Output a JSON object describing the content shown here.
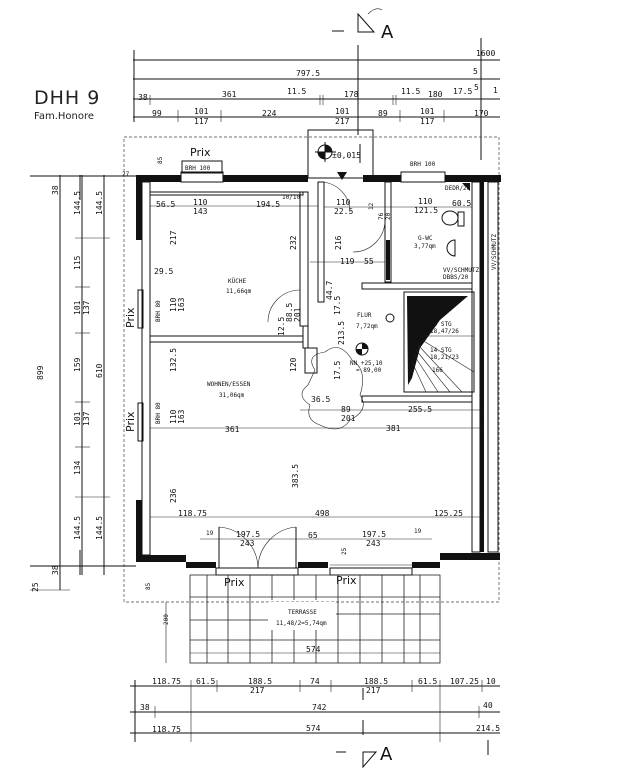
{
  "header": {
    "title": "DHH 9",
    "subtitle": "Fam.Honore"
  },
  "section_marker": {
    "top_label": "A",
    "bottom_label": "A"
  },
  "level": {
    "entrance": "±0,015",
    "hall_nn_1": "NN +25,10",
    "hall_nn_2": "= 89,00"
  },
  "rooms": [
    {
      "name": "KÜCHE",
      "area": "11,66qm"
    },
    {
      "name": "G-WC",
      "area": "3,77qm"
    },
    {
      "name": "FLUR",
      "area": "7,72qm"
    },
    {
      "name": "WOHNEN/ESSEN",
      "area": "31,06qm"
    },
    {
      "name": "TERRASSE",
      "area": "11,48/2=5,74qm"
    }
  ],
  "stairs": {
    "upper": "15 STG",
    "upper_ratio": "18,47/26",
    "lower": "14 STG",
    "lower_ratio": "18,21/23",
    "width": "166"
  },
  "window_labels": {
    "top_left": "Prix",
    "brh_top_left": "BRH 100",
    "brh_top_right": "BRH 100",
    "left_upper": "Prix",
    "left_lower": "Prix",
    "brh_left_upper": "BRH 80",
    "brh_left_lower": "BRH 80",
    "bottom_left": "Prix",
    "bottom_right": "Prix",
    "wc_small": "DEDR/20",
    "vv_schmutz": "VV/SCHMUTZ",
    "vv_schmutz_2": "VV/SCHMUTZ",
    "vv_dim": "DBBS/20"
  },
  "dims_top": {
    "row1": [
      "1600"
    ],
    "row2": [
      "797.5",
      "5"
    ],
    "row3": [
      "38",
      "361",
      "11.5",
      "178",
      "11.5",
      "180",
      "17.5",
      "5",
      "1"
    ],
    "row4": [
      "99",
      "101",
      "117",
      "224",
      "101",
      "217",
      "89",
      "101",
      "117",
      "170"
    ]
  },
  "dims_left": {
    "outer": [
      "25",
      "899"
    ],
    "col2": [
      "38",
      "38"
    ],
    "col3": [
      "144.5",
      "115",
      "101",
      "137",
      "159",
      "101",
      "137",
      "134",
      "144.5"
    ],
    "col4": [
      "144.5",
      "610",
      "144.5"
    ],
    "misc": [
      "27",
      "85",
      "85",
      "200"
    ]
  },
  "dims_interior": {
    "kitchen_top": [
      "56.5",
      "110",
      "143",
      "194.5",
      "10/10"
    ],
    "kitchen_side": [
      "217",
      "232",
      "29.5",
      "110",
      "163",
      "12.5",
      "88.5",
      "201"
    ],
    "hall": [
      "110",
      "22.5",
      "12",
      "76",
      "20",
      "110",
      "121.5",
      "60.5",
      "216",
      "119",
      "55",
      "44.7",
      "17.5",
      "213.5",
      "17.5",
      "36.5",
      "89",
      "201",
      "255.5",
      "381"
    ],
    "living": [
      "132.5",
      "120",
      "110",
      "163",
      "361",
      "383.5",
      "236"
    ],
    "south": [
      "118.75",
      "498",
      "125.25",
      "19",
      "197.5",
      "243",
      "65",
      "197.5",
      "243",
      "19",
      "25"
    ],
    "terrace": [
      "574"
    ]
  },
  "dims_bottom": {
    "row1": [
      "118.75",
      "61.5",
      "188.5",
      "217",
      "74",
      "188.5",
      "217",
      "61.5",
      "107.25",
      "10"
    ],
    "row2": [
      "38",
      "742",
      "40"
    ],
    "row3": [
      "118.75",
      "574",
      "214.5"
    ]
  }
}
